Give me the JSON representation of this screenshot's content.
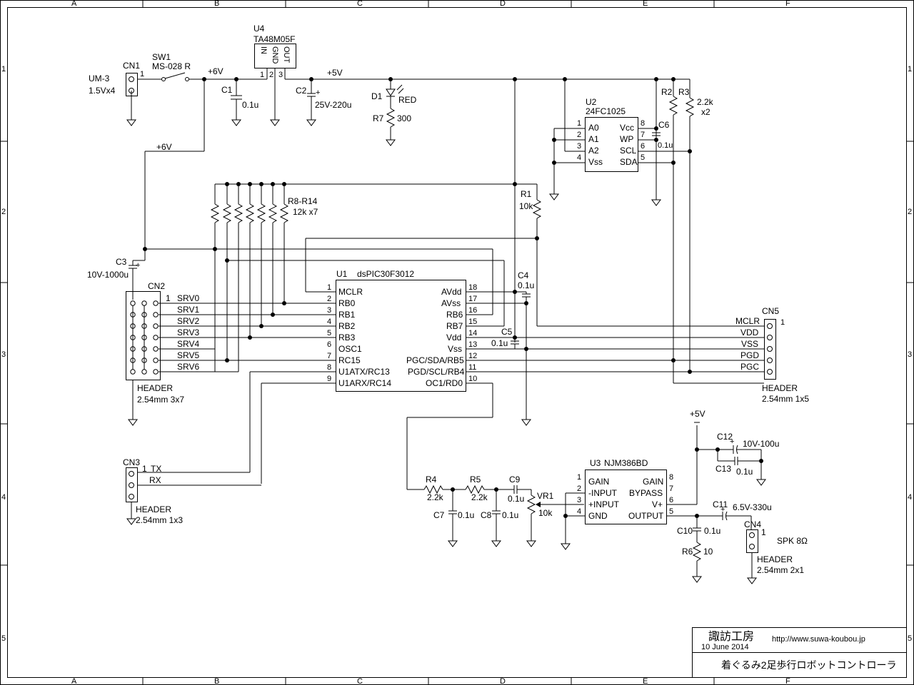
{
  "frame": {
    "cols": [
      "A",
      "B",
      "C",
      "D",
      "E",
      "F"
    ],
    "rows": [
      "1",
      "2",
      "3",
      "4",
      "5"
    ]
  },
  "title_block": {
    "company": "諏訪工房",
    "url": "http://www.suwa-koubou.jp",
    "date": "10 June 2014",
    "title": "着ぐるみ2足歩行ロボットコントローラ"
  },
  "power": {
    "battery": "UM-3",
    "battery_spec": "1.5Vx4",
    "cn1": "CN1",
    "cn1_pin": "1",
    "sw1": "SW1",
    "sw1_part": "MS-028 R",
    "v6": "+6V",
    "v6b": "+6V",
    "v5": "+5V",
    "v5b": "+5V",
    "c1": "C1",
    "c1_val": "0.1u",
    "c2": "C2",
    "c2_val": "25V-220u",
    "c3": "C3",
    "c3_val": "10V-1000u"
  },
  "u4": {
    "ref": "U4",
    "part": "TA48M05F",
    "pins": [
      "IN",
      "GND",
      "OUT"
    ],
    "pin_nums": [
      "1",
      "2",
      "3"
    ]
  },
  "led": {
    "d1": "D1",
    "d1_val": "RED",
    "r7": "R7",
    "r7_val": "300"
  },
  "u2": {
    "ref": "U2",
    "part": "24FC1025",
    "left_pins": [
      {
        "num": "1",
        "name": "A0"
      },
      {
        "num": "2",
        "name": "A1"
      },
      {
        "num": "3",
        "name": "A2"
      },
      {
        "num": "4",
        "name": "Vss"
      }
    ],
    "right_pins": [
      {
        "num": "8",
        "name": "Vcc"
      },
      {
        "num": "7",
        "name": "WP"
      },
      {
        "num": "6",
        "name": "SCL"
      },
      {
        "num": "5",
        "name": "SDA"
      }
    ],
    "c6": "C6",
    "c6_val": "0.1u",
    "r2": "R2",
    "r3": "R3",
    "r23_val": "2.2k",
    "r23_qty": "x2"
  },
  "r1": {
    "ref": "R1",
    "val": "10k"
  },
  "rnet": {
    "ref": "R8-R14",
    "val": "12k x7"
  },
  "cn2": {
    "ref": "CN2",
    "type": "HEADER",
    "spec": "2.54mm 3x7",
    "pin1": "1",
    "signals": [
      "SRV0",
      "SRV1",
      "SRV2",
      "SRV3",
      "SRV4",
      "SRV5",
      "SRV6"
    ]
  },
  "u1": {
    "ref": "U1",
    "part": "dsPIC30F3012",
    "left_pins": [
      {
        "num": "1",
        "name": "MCLR"
      },
      {
        "num": "2",
        "name": "RB0"
      },
      {
        "num": "3",
        "name": "RB1"
      },
      {
        "num": "4",
        "name": "RB2"
      },
      {
        "num": "5",
        "name": "RB3"
      },
      {
        "num": "6",
        "name": "OSC1"
      },
      {
        "num": "7",
        "name": "RC15"
      },
      {
        "num": "8",
        "name": "U1ATX/RC13"
      },
      {
        "num": "9",
        "name": "U1ARX/RC14"
      }
    ],
    "right_pins": [
      {
        "num": "18",
        "name": "AVdd"
      },
      {
        "num": "17",
        "name": "AVss"
      },
      {
        "num": "16",
        "name": "RB6"
      },
      {
        "num": "15",
        "name": "RB7"
      },
      {
        "num": "14",
        "name": "Vdd"
      },
      {
        "num": "13",
        "name": "Vss"
      },
      {
        "num": "12",
        "name": "PGC/SDA/RB5"
      },
      {
        "num": "11",
        "name": "PGD/SCL/RB4"
      },
      {
        "num": "10",
        "name": "OC1/RD0"
      }
    ],
    "c4": "C4",
    "c4_val": "0.1u",
    "c5": "C5",
    "c5_val": "0.1u"
  },
  "cn5": {
    "ref": "CN5",
    "pin1": "1",
    "signals": [
      "MCLR",
      "VDD",
      "VSS",
      "PGD",
      "PGC"
    ],
    "type": "HEADER",
    "spec": "2.54mm 1x5"
  },
  "cn3": {
    "ref": "CN3",
    "pin1": "1",
    "tx": "TX",
    "rx": "RX",
    "type": "HEADER",
    "spec": "2.54mm 1x3"
  },
  "audio": {
    "r4": "R4",
    "r4_val": "2.2k",
    "r5": "R5",
    "r5_val": "2.2k",
    "c9": "C9",
    "c9_val": "0.1u",
    "c7": "C7",
    "c7_val": "0.1u",
    "c8": "C8",
    "c8_val": "0.1u",
    "vr1": "VR1",
    "vr1_val": "10k"
  },
  "u3": {
    "ref": "U3",
    "part": "NJM386BD",
    "left_pins": [
      {
        "num": "1",
        "name": "GAIN"
      },
      {
        "num": "2",
        "name": "-INPUT"
      },
      {
        "num": "3",
        "name": "+INPUT"
      },
      {
        "num": "4",
        "name": "GND"
      }
    ],
    "right_pins": [
      {
        "num": "8",
        "name": "GAIN"
      },
      {
        "num": "7",
        "name": "BYPASS"
      },
      {
        "num": "6",
        "name": "V+"
      },
      {
        "num": "5",
        "name": "OUTPUT"
      }
    ],
    "vplus": "+5V",
    "c12": "C12",
    "c12_val": "10V-100u",
    "c13": "C13",
    "c13_val": "0.1u",
    "c11": "C11",
    "c11_val": "6.5V-330u",
    "c10": "C10",
    "c10_val": "0.1u",
    "r6": "R6",
    "r6_val": "10"
  },
  "cn4": {
    "ref": "CN4",
    "pin1": "1",
    "load": "SPK 8Ω",
    "type": "HEADER",
    "spec": "2.54mm 2x1"
  }
}
